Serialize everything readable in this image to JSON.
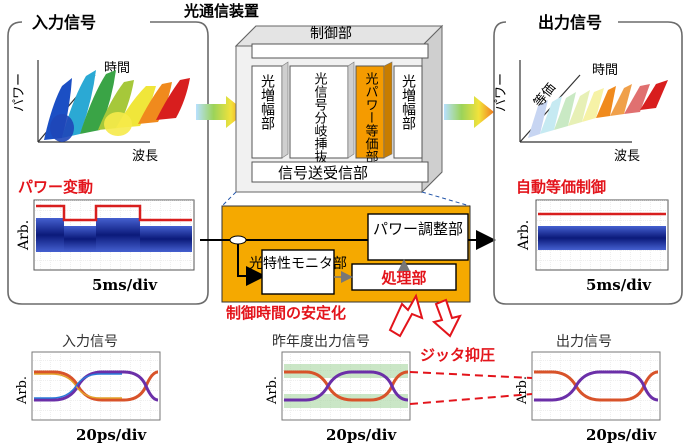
{
  "colors": {
    "red_label": "#e3141b",
    "orange_box": "#f5a900",
    "orange_highlight": "#f59b00",
    "scope_bg": "#0a1a6e",
    "trace": "#1f3fb0",
    "signal_line": "#d81e1e",
    "panel_border": "#6b6b6b",
    "grey_dashed": "#8c8c8c"
  },
  "left_panel": {
    "title": "入力信号",
    "axis_power": "パワー",
    "axis_time": "時間",
    "axis_wavelength": "波長",
    "change_label": "パワー変動",
    "scope_ylabel": "Arb.",
    "scope_scale": "5ms/div"
  },
  "right_panel": {
    "title": "出力信号",
    "axis_power": "パワー",
    "equal_label": "等価",
    "axis_time": "時間",
    "axis_wavelength": "波長",
    "control_label": "自動等価制御",
    "scope_ylabel": "Arb.",
    "scope_scale": "5ms/div"
  },
  "device": {
    "title": "光通信装置",
    "control_unit": "制御部",
    "modules": [
      "光増幅部",
      "光信号分岐挿抜部",
      "光パワー等価部",
      "光増幅部"
    ],
    "transceiver": "信号送受信部"
  },
  "detail": {
    "power_adjust": "パワー調整部",
    "monitor": "光特性モニタ部",
    "processor": "処理部",
    "stabilize": "制御時間の安定化",
    "jitter": "ジッタ抑圧"
  },
  "eye_diagrams": [
    {
      "title": "入力信号",
      "ylabel": "Arb.",
      "scale": "20ps/div"
    },
    {
      "title": "昨年度出力信号",
      "ylabel": "Arb.",
      "scale": "20ps/div"
    },
    {
      "title": "出力信号",
      "ylabel": "Arb.",
      "scale": "20ps/div"
    }
  ]
}
